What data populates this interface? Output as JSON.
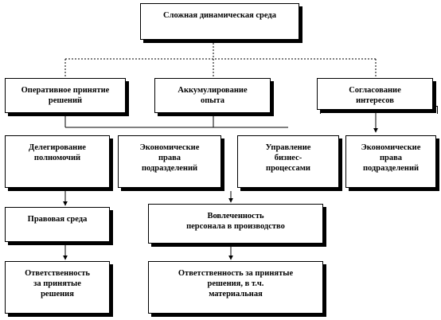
{
  "nodes": {
    "root": {
      "lines": [
        "Сложная динамическая среда"
      ]
    },
    "operative": {
      "lines": [
        "Оперативное принятие",
        "решений"
      ]
    },
    "experience": {
      "lines": [
        "Аккумулирование",
        "опыта"
      ]
    },
    "interests": {
      "lines": [
        "Согласование",
        "интересов"
      ]
    },
    "delegation": {
      "lines": [
        "Делегирование",
        "полномочий"
      ]
    },
    "econ_rights_1": {
      "lines": [
        "Экономические",
        "права",
        "подразделений"
      ]
    },
    "business": {
      "lines": [
        "Управление",
        "бизнес-",
        "процессами"
      ]
    },
    "econ_rights_2": {
      "lines": [
        "Экономические",
        "права",
        "подразделений"
      ]
    },
    "legal": {
      "lines": [
        "Правовая среда"
      ]
    },
    "involvement": {
      "lines": [
        "Вовлеченность",
        "персонала в производство"
      ]
    },
    "responsibility_1": {
      "lines": [
        "Ответственность",
        "за принятые",
        "решения"
      ]
    },
    "responsibility_2": {
      "lines": [
        "Ответственность  за принятые",
        "решения, в т.ч.",
        "материальная"
      ]
    }
  },
  "colors": {
    "line": "#000000",
    "box_fill": "#ffffff",
    "shadow": "#000000"
  }
}
